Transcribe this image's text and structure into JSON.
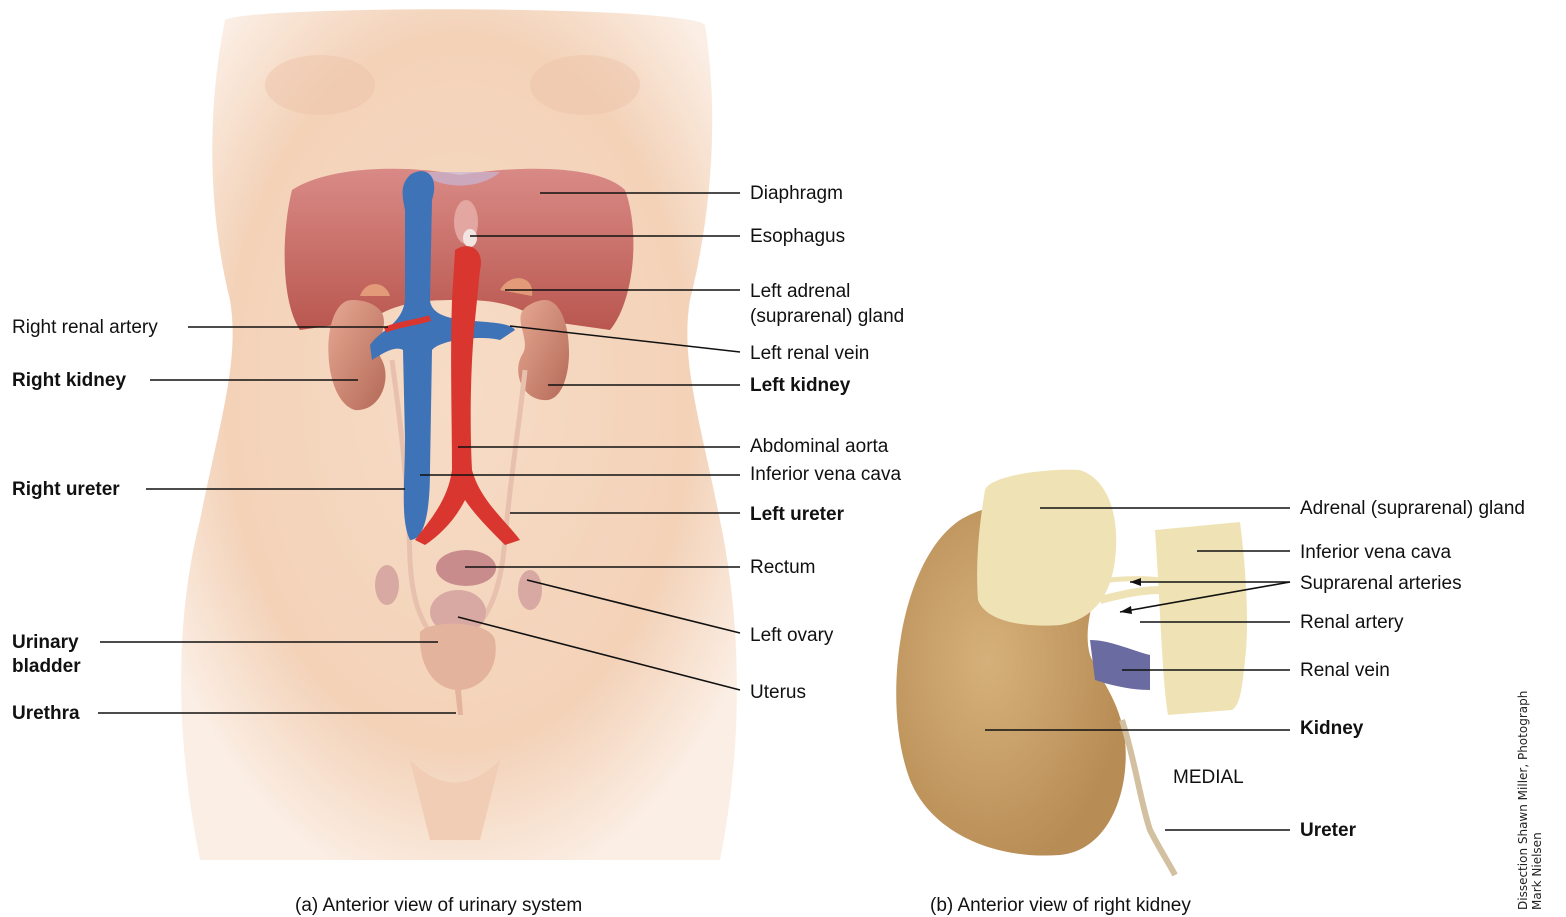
{
  "panel_a": {
    "caption": "(a) Anterior view of urinary system",
    "labels": {
      "diaphragm": "Diaphragm",
      "esophagus": "Esophagus",
      "left_adrenal_line1": "Left adrenal",
      "left_adrenal_line2": "(suprarenal) gland",
      "left_renal_vein": "Left renal vein",
      "left_kidney": "Left kidney",
      "abdominal_aorta": "Abdominal aorta",
      "inferior_vena_cava": "Inferior vena cava",
      "left_ureter": "Left ureter",
      "rectum": "Rectum",
      "left_ovary": "Left ovary",
      "uterus": "Uterus",
      "right_renal_artery": "Right renal artery",
      "right_kidney": "Right kidney",
      "right_ureter": "Right ureter",
      "urinary_bladder_line1": "Urinary",
      "urinary_bladder_line2": "bladder",
      "urethra": "Urethra"
    }
  },
  "panel_b": {
    "caption": "(b) Anterior view of right kidney",
    "labels": {
      "adrenal_gland": "Adrenal (suprarenal) gland",
      "inferior_vena_cava": "Inferior vena cava",
      "suprarenal_arteries": "Suprarenal arteries",
      "renal_artery": "Renal artery",
      "renal_vein": "Renal vein",
      "kidney": "Kidney",
      "medial": "MEDIAL",
      "ureter": "Ureter"
    }
  },
  "credit": {
    "line1": "Dissection Shawn Miller, Photograph",
    "line2": "Mark Nielsen"
  },
  "colors": {
    "skin": "#f6dcc5",
    "diaphragm": "#c9706a",
    "vein": "#3f73b8",
    "artery": "#d9362f",
    "kidney": "#b86a5c",
    "specimen_kidney": "#c9a56a",
    "specimen_tissue": "#efe3b6",
    "leader": "#111111"
  }
}
